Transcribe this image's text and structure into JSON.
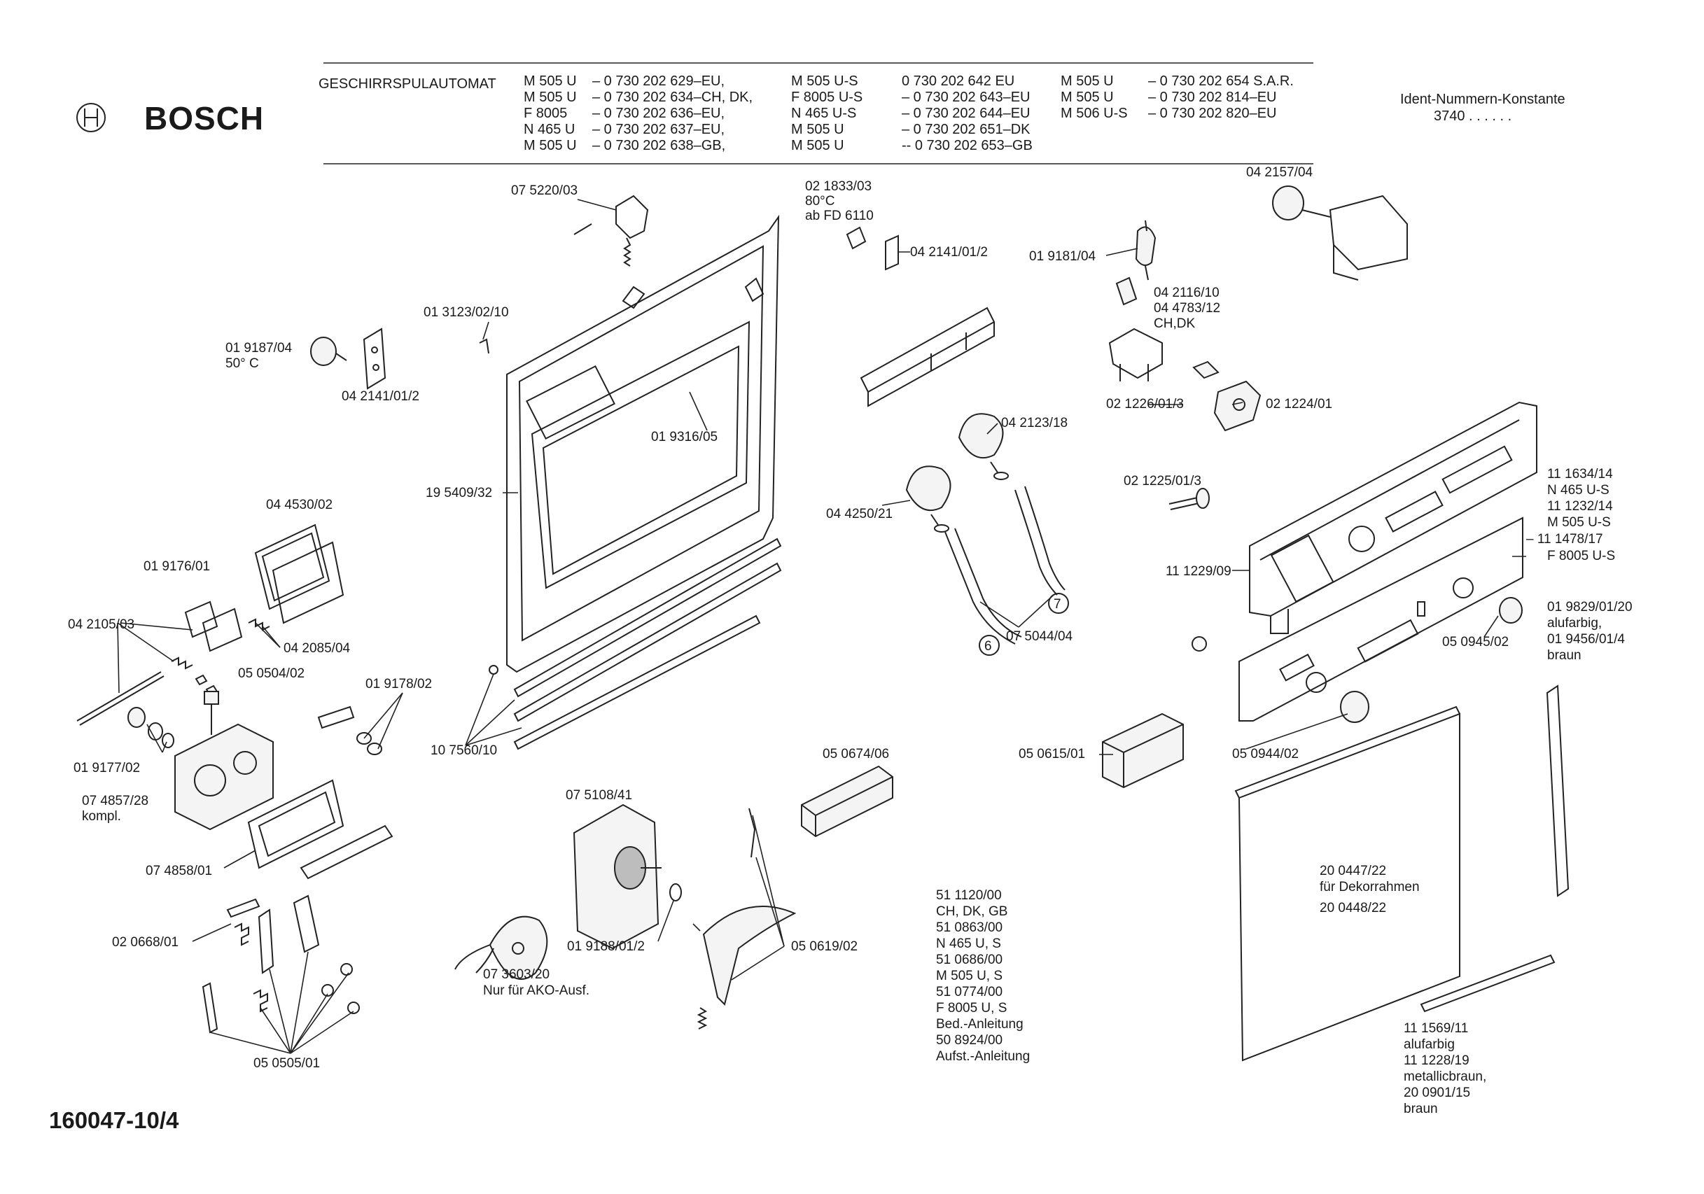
{
  "brand": {
    "name": "BOSCH"
  },
  "header": {
    "product": "GESCHIRRSPULAUTOMAT",
    "col1": [
      "M 505 U",
      "M 505 U",
      "F 8005",
      "N 465 U",
      "M 505 U"
    ],
    "col2": [
      "– 0 730 202 629–EU,",
      "– 0 730 202 634–CH, DK,",
      "– 0 730 202 636–EU,",
      "– 0 730 202 637–EU,",
      "– 0 730 202 638–GB,"
    ],
    "col3": [
      "M 505 U-S",
      "F 8005 U-S",
      "N 465 U-S",
      "M 505 U",
      "M 505 U"
    ],
    "col4": [
      "0 730 202 642  EU",
      "– 0 730 202 643–EU",
      "– 0 730 202 644–EU",
      "– 0 730 202 651–DK",
      "-- 0 730 202 653–GB"
    ],
    "col5": [
      "M 505 U",
      "M 505 U",
      "M 506 U-S"
    ],
    "col6": [
      "– 0 730 202 654  S.A.R.",
      "– 0 730 202 814–EU",
      "– 0 730 202 820–EU"
    ],
    "ident_title": "Ident-Nummern-Konstante",
    "ident_value": "3740  . .   . . . ."
  },
  "doc_number": "160047-10/4",
  "callouts": [
    {
      "id": "c01",
      "text": "07 5220/03"
    },
    {
      "id": "c02",
      "text": "02 1833/03"
    },
    {
      "id": "c03",
      "text": "80°C"
    },
    {
      "id": "c04",
      "text": "ab FD 6110"
    },
    {
      "id": "c05",
      "text": "04 2141/01/2"
    },
    {
      "id": "c06",
      "text": "04 2157/04"
    },
    {
      "id": "c07",
      "text": "01 9181/04"
    },
    {
      "id": "c08",
      "text": "01 3123/02/10"
    },
    {
      "id": "c09",
      "text": "01 9187/04"
    },
    {
      "id": "c10",
      "text": "50° C"
    },
    {
      "id": "c11",
      "text": "04 2141/01/2"
    },
    {
      "id": "c12",
      "text": "04 2116/10"
    },
    {
      "id": "c13",
      "text": "04 4783/12"
    },
    {
      "id": "c14",
      "text": "CH,DK"
    },
    {
      "id": "c15",
      "text": "02 1226/01/3"
    },
    {
      "id": "c16",
      "text": "02 1224/01"
    },
    {
      "id": "c17",
      "text": "01 9316/05"
    },
    {
      "id": "c18",
      "text": "04 2123/18"
    },
    {
      "id": "c19",
      "text": "19 5409/32"
    },
    {
      "id": "c20",
      "text": "04 4530/02"
    },
    {
      "id": "c21",
      "text": "02 1225/01/3"
    },
    {
      "id": "c22",
      "text": "11 1634/14"
    },
    {
      "id": "c23",
      "text": "N 465 U-S"
    },
    {
      "id": "c24",
      "text": "11 1232/14"
    },
    {
      "id": "c25",
      "text": "M 505 U-S"
    },
    {
      "id": "c26",
      "text": "– 11 1478/17"
    },
    {
      "id": "c27",
      "text": "F 8005 U-S"
    },
    {
      "id": "c28",
      "text": "04 4250/21"
    },
    {
      "id": "c29",
      "text": "01 9176/01"
    },
    {
      "id": "c30",
      "text": "11 1229/09"
    },
    {
      "id": "c31",
      "text": "04 2105/03"
    },
    {
      "id": "c32",
      "text": "04 2085/04"
    },
    {
      "id": "c33",
      "text": "07 5044/04"
    },
    {
      "id": "c34",
      "text": "01 9829/01/20"
    },
    {
      "id": "c35",
      "text": "alufarbig,"
    },
    {
      "id": "c36",
      "text": "01 9456/01/4"
    },
    {
      "id": "c37",
      "text": "braun"
    },
    {
      "id": "c38",
      "text": "05 0945/02"
    },
    {
      "id": "c39",
      "text": "05 0504/02"
    },
    {
      "id": "c40",
      "text": "01 9178/02"
    },
    {
      "id": "c41",
      "text": "10 7560/10"
    },
    {
      "id": "c42",
      "text": "05 0674/06"
    },
    {
      "id": "c43",
      "text": "05 0615/01"
    },
    {
      "id": "c44",
      "text": "05 0944/02"
    },
    {
      "id": "c45",
      "text": "01 9177/02"
    },
    {
      "id": "c46",
      "text": "07 4857/28"
    },
    {
      "id": "c47",
      "text": "kompl."
    },
    {
      "id": "c48",
      "text": "07 5108/41"
    },
    {
      "id": "c49",
      "text": "07 4858/01"
    },
    {
      "id": "c50",
      "text": "20 0447/22"
    },
    {
      "id": "c51",
      "text": "für Dekorrahmen"
    },
    {
      "id": "c52",
      "text": "20 0448/22"
    },
    {
      "id": "c53",
      "text": "51 1120/00"
    },
    {
      "id": "c54",
      "text": "CH, DK, GB"
    },
    {
      "id": "c55",
      "text": "51 0863/00"
    },
    {
      "id": "c56",
      "text": "N 465 U, S"
    },
    {
      "id": "c57",
      "text": "51 0686/00"
    },
    {
      "id": "c58",
      "text": "M 505 U, S"
    },
    {
      "id": "c59",
      "text": "51 0774/00"
    },
    {
      "id": "c60",
      "text": "F 8005 U, S"
    },
    {
      "id": "c61",
      "text": "Bed.-Anleitung"
    },
    {
      "id": "c62",
      "text": "50 8924/00"
    },
    {
      "id": "c63",
      "text": "Aufst.-Anleitung"
    },
    {
      "id": "c64",
      "text": "02 0668/01"
    },
    {
      "id": "c65",
      "text": "01 9188/01/2"
    },
    {
      "id": "c66",
      "text": "05 0619/02"
    },
    {
      "id": "c67",
      "text": "07 3603/20"
    },
    {
      "id": "c68",
      "text": "Nur für AKO-Ausf."
    },
    {
      "id": "c69",
      "text": "05 0505/01"
    },
    {
      "id": "c70",
      "text": "11 1569/11"
    },
    {
      "id": "c71",
      "text": "alufarbig"
    },
    {
      "id": "c72",
      "text": "11 1228/19"
    },
    {
      "id": "c73",
      "text": "metallicbraun,"
    },
    {
      "id": "c74",
      "text": "20 0901/15"
    },
    {
      "id": "c75",
      "text": "braun"
    }
  ],
  "markers": [
    {
      "id": "m6",
      "text": "6"
    },
    {
      "id": "m7",
      "text": "7"
    }
  ]
}
